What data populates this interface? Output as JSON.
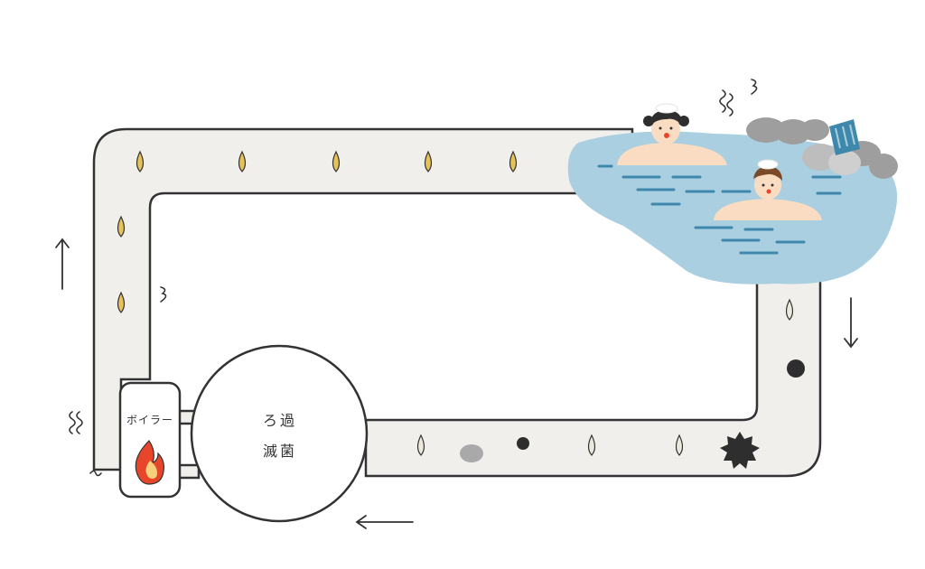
{
  "boiler": {
    "label": "ボイラー",
    "icon": "flame-icon"
  },
  "filter": {
    "line1": "ろ過",
    "line2": "滅菌",
    "icon": "circle-tank"
  },
  "bath": {
    "icon": "bath-pool",
    "people": [
      "bather-woman",
      "bather-man"
    ],
    "waterfall": "waterfall-icon"
  },
  "flow": {
    "clean_drop_color": "#e6c25a",
    "dirty_drop_color": "#ede8dc",
    "dirt_color": "#2e2e2e",
    "pipe_color": "#f1efec",
    "water_color": "#a9cfe0",
    "flame_color": "#e8462a"
  }
}
